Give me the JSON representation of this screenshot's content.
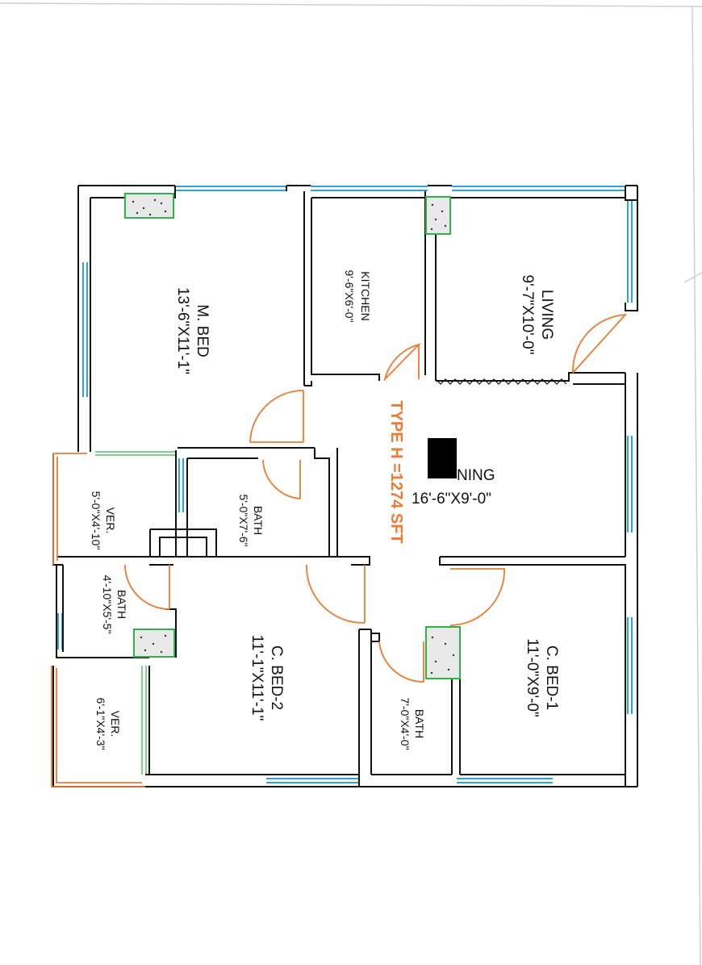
{
  "plan_title": "TYPE H =1274 SFT",
  "rooms": {
    "m_bed": {
      "name": "M. BED",
      "size": "13'-6\"X11'-1\""
    },
    "kitchen": {
      "name": "KITCHEN",
      "size": "9'-6\"X6'-0\""
    },
    "living": {
      "name": "LIVING",
      "size": "9'-7\"X10'-0\""
    },
    "dining": {
      "name": "NING",
      "size": "16'-6\"X9'-0\""
    },
    "bath_1": {
      "name": "BATH",
      "size": "5'-0\"X7'-6\""
    },
    "ver_1": {
      "name": "VER.",
      "size": "5'-0\"X4'-10\""
    },
    "bath_2": {
      "name": "BATH",
      "size": "4'-10\"X5'-5\""
    },
    "c_bed_2": {
      "name": "C. BED-2",
      "size": "11'-1\"X11'-1\""
    },
    "bath_3": {
      "name": "BATH",
      "size": "7'-0\"X4'-0\""
    },
    "c_bed_1": {
      "name": "C. BED-1",
      "size": "11'-0\"X9'-0\""
    },
    "ver_2": {
      "name": "VER.",
      "size": "6'-1\"X4'-3\""
    }
  },
  "colors": {
    "wall": "#111111",
    "window": "#2aa4dc",
    "door": "#f07a30",
    "duct": "#2db34a",
    "redaction": "#000000"
  }
}
